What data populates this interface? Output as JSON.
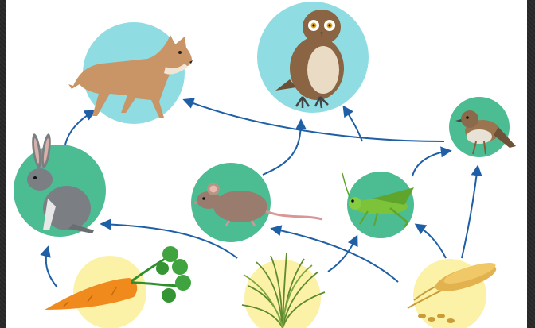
{
  "diagram": {
    "nodes": [
      {
        "id": "fox",
        "icon": "fox-icon",
        "bg": "#8fdde3"
      },
      {
        "id": "owl",
        "icon": "owl-icon",
        "bg": "#8fdde3"
      },
      {
        "id": "sparrow",
        "icon": "sparrow-icon",
        "bg": "#4cbc93"
      },
      {
        "id": "rabbit",
        "icon": "rabbit-icon",
        "bg": "#4cbc93"
      },
      {
        "id": "mouse",
        "icon": "mouse-icon",
        "bg": "#4cbc93"
      },
      {
        "id": "grasshopper",
        "icon": "grasshopper-icon",
        "bg": "#4cbc93"
      },
      {
        "id": "carrot",
        "icon": "carrot-icon",
        "bg": "#fbf2a8"
      },
      {
        "id": "grass",
        "icon": "grass-icon",
        "bg": "#fbf2a8"
      },
      {
        "id": "wheat",
        "icon": "wheat-icon",
        "bg": "#fbf2a8"
      }
    ],
    "arrows": [
      {
        "from": "carrot",
        "to": "rabbit"
      },
      {
        "from": "rabbit",
        "to": "fox"
      },
      {
        "from": "grass",
        "to": "rabbit"
      },
      {
        "from": "grass",
        "to": "grasshopper"
      },
      {
        "from": "wheat",
        "to": "mouse"
      },
      {
        "from": "wheat",
        "to": "grasshopper"
      },
      {
        "from": "wheat",
        "to": "sparrow"
      },
      {
        "from": "mouse",
        "to": "owl"
      },
      {
        "from": "grasshopper",
        "to": "sparrow"
      },
      {
        "from": "sparrow",
        "to": "owl"
      },
      {
        "from": "sparrow",
        "to": "fox"
      }
    ],
    "arrow_color": "#1f5fa6"
  }
}
